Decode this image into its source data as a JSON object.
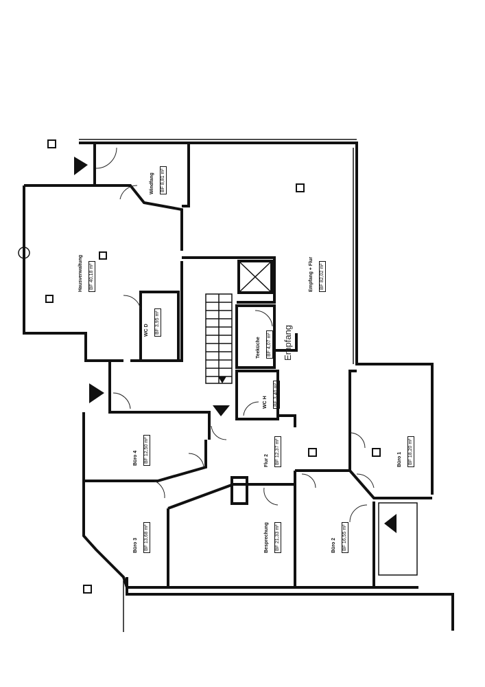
{
  "rooms": {
    "windfang": {
      "name": "Windfang",
      "area": "BF  8,81 m²"
    },
    "hausverwaltung": {
      "name": "Hausverwaltung",
      "area": "BF  40,18 m²"
    },
    "wc_d": {
      "name": "WC D",
      "area": "BF  3,95 m²"
    },
    "teekueche": {
      "name": "Teeküche",
      "area": "BF  4,07 m²"
    },
    "wc_h": {
      "name": "WC H",
      "area": "BF  3,40 m²"
    },
    "empfang_flur": {
      "name": "Empfang + Flur",
      "area": "BF  82,02 m²"
    },
    "flur2": {
      "name": "Flur 2",
      "area": "BF  12,37 m²"
    },
    "buero4": {
      "name": "Büro 4",
      "area": "BF  12,50 m²"
    },
    "buero3": {
      "name": "Büro 3",
      "area": "BF  13,68 m²"
    },
    "besprechung": {
      "name": "Besprechung",
      "area": "BF  21,33 m²"
    },
    "buero2": {
      "name": "Büro 2",
      "area": "BF  16,55 m²"
    },
    "buero1": {
      "name": "Büro 1",
      "area": "BF  18,20 m²"
    }
  },
  "empfang_desk_label": "Empfang"
}
